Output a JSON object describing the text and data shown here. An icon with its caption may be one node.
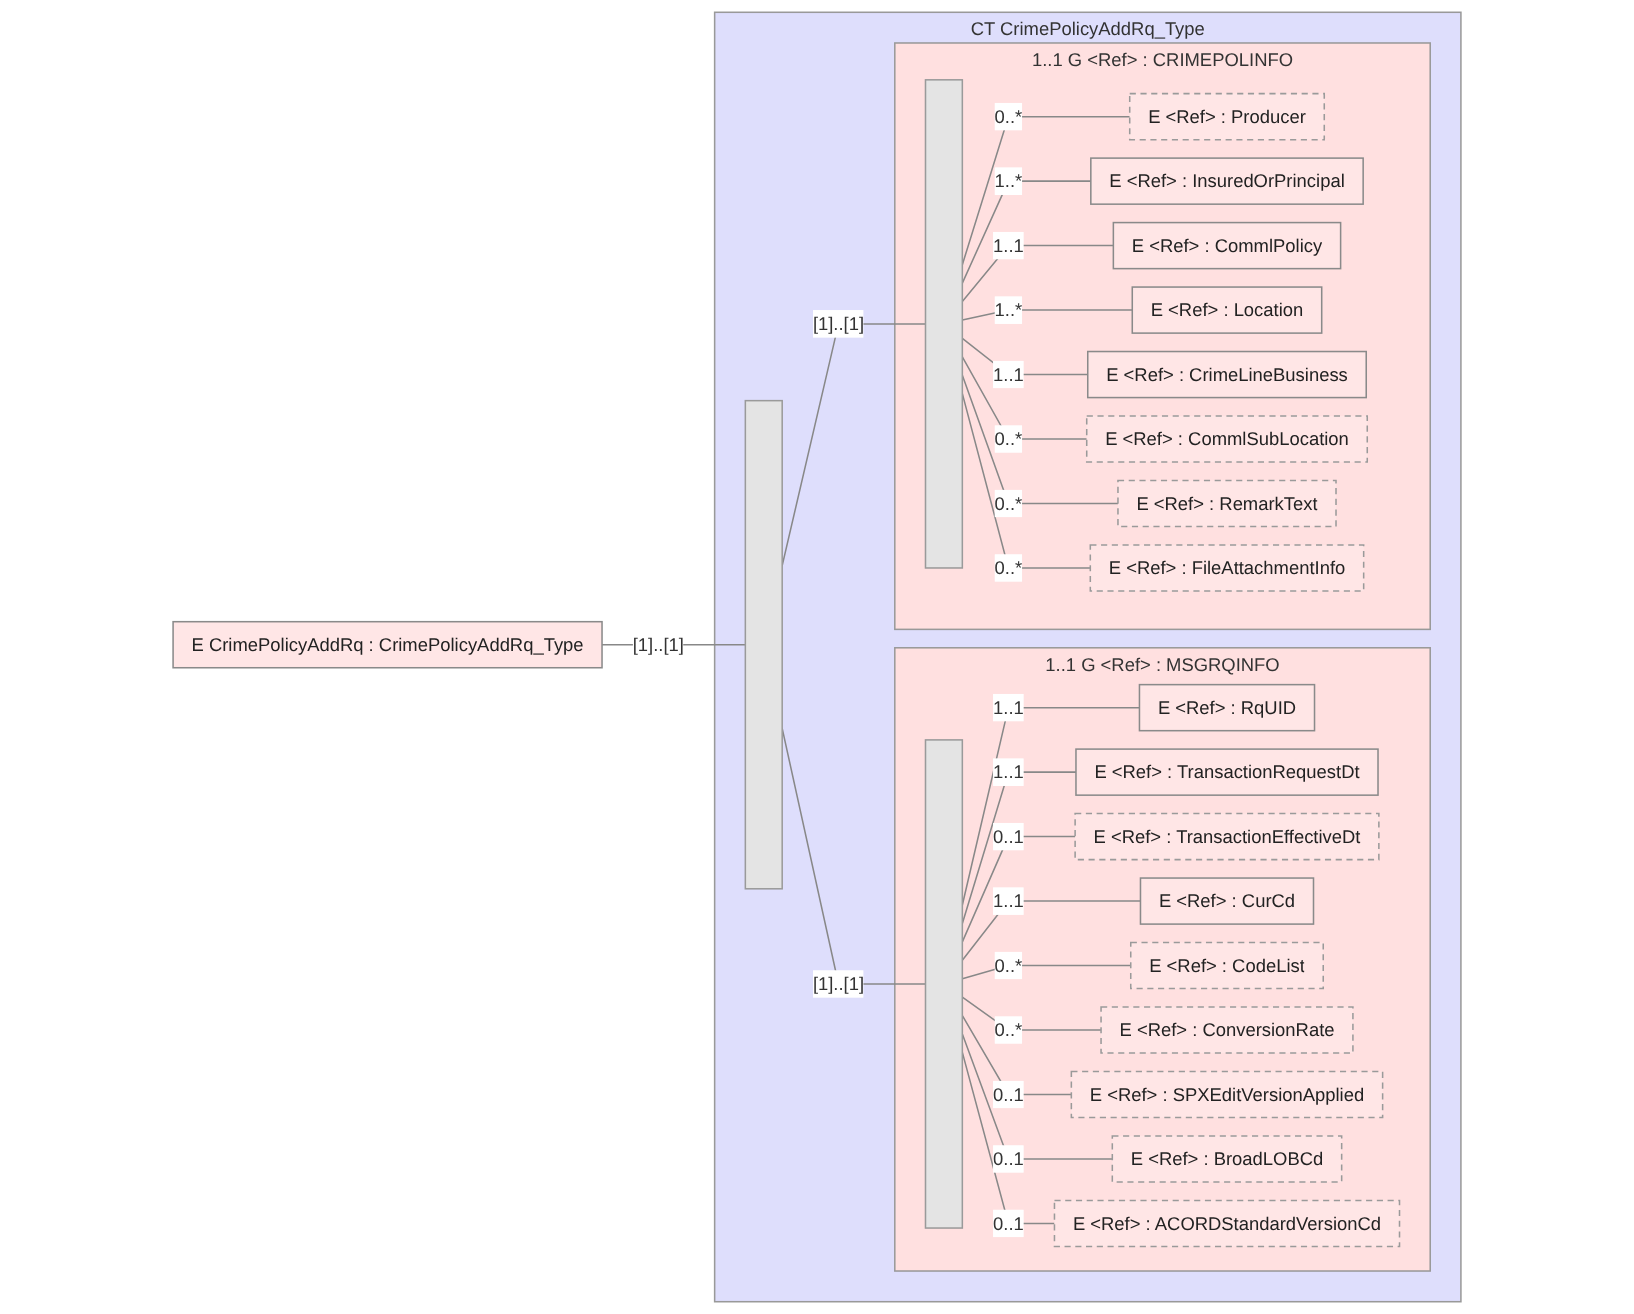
{
  "diagram": {
    "nodes": [
      {
        "text": [
          "E",
          "CrimePolicyAddRq : CrimePolicyAddRq_Type"
        ]
      },
      {
        "text": [
          "CT",
          "CrimePolicyAddRq_Type"
        ]
      },
      {
        "text": [],
        "shape": "bar",
        "in": 1
      },
      {
        "text": [
          "G",
          "<Ref>",
          ": MSGRQINFO"
        ],
        "beside": [
          "1..1"
        ],
        "in": 1
      },
      {
        "text": [],
        "shape": "bar",
        "in": 3
      },
      {
        "text": [
          "E",
          "<Ref>",
          ": RqUID"
        ],
        "in": 3
      },
      {
        "text": [
          "E",
          "<Ref>",
          ": TransactionRequestDt"
        ],
        "in": 3
      },
      {
        "text": [
          "E",
          "<Ref>",
          ": TransactionEffectiveDt"
        ],
        "in": 3
      },
      {
        "text": [
          "E",
          "<Ref>",
          ": CurCd"
        ],
        "in": 3
      },
      {
        "text": [
          "E",
          "<Ref>",
          ": CodeList"
        ],
        "in": 3
      },
      {
        "text": [
          "E",
          "<Ref>",
          ": ConversionRate"
        ],
        "in": 3
      },
      {
        "text": [
          "E",
          "<Ref>",
          ": SPXEditVersionApplied"
        ],
        "in": 3
      },
      {
        "text": [
          "E",
          "<Ref>",
          ": BroadLOBCd"
        ],
        "in": 3
      },
      {
        "text": [
          "E",
          "<Ref>",
          ": ACORDStandardVersionCd"
        ],
        "in": 3
      },
      {
        "text": [
          "G",
          "<Ref>",
          ": CRIMEPOLINFO"
        ],
        "beside": [
          "1..1"
        ],
        "in": 1
      },
      {
        "text": [],
        "shape": "bar",
        "in": 14
      },
      {
        "text": [
          "E",
          "<Ref>",
          ": Producer"
        ],
        "in": 14
      },
      {
        "text": [
          "E",
          "<Ref>",
          ": InsuredOrPrincipal"
        ],
        "in": 14
      },
      {
        "text": [
          "E",
          "<Ref>",
          ": CommlPolicy"
        ],
        "in": 14
      },
      {
        "text": [
          "E",
          "<Ref>",
          ": Location"
        ],
        "in": 14
      },
      {
        "text": [
          "E",
          "<Ref>",
          ": CrimeLineBusiness"
        ],
        "in": 14
      },
      {
        "text": [
          "E",
          "<Ref>",
          ": CommlSubLocation"
        ],
        "in": 14
      },
      {
        "text": [
          "E",
          "<Ref>",
          ": RemarkText"
        ],
        "in": 14
      },
      {
        "text": [
          "E",
          "<Ref>",
          ": FileAttachmentInfo"
        ],
        "in": 14
      }
    ],
    "edges": [
      {
        "from": 0,
        "to": 2,
        "arrow": "none",
        "label": "[1]..[1]"
      },
      {
        "from": 2,
        "to": 4,
        "arrow": "none",
        "label": "[1]..[1]"
      },
      {
        "from": 2,
        "to": 15,
        "arrow": "none",
        "label": "[1]..[1]"
      },
      {
        "from": 4,
        "to": 5,
        "arrow": "none",
        "label": "1..1"
      },
      {
        "from": 4,
        "to": 6,
        "arrow": "none",
        "label": "1..1"
      },
      {
        "from": 4,
        "to": 7,
        "arrow": "none",
        "label": "0..1"
      },
      {
        "from": 4,
        "to": 8,
        "arrow": "none",
        "label": "1..1"
      },
      {
        "from": 4,
        "to": 9,
        "arrow": "none",
        "label": "0..*"
      },
      {
        "from": 4,
        "to": 10,
        "arrow": "none",
        "label": "0..*"
      },
      {
        "from": 4,
        "to": 11,
        "arrow": "none",
        "label": "0..1"
      },
      {
        "from": 4,
        "to": 12,
        "arrow": "none",
        "label": "0..1"
      },
      {
        "from": 4,
        "to": 13,
        "arrow": "none",
        "label": "0..1"
      },
      {
        "from": 15,
        "to": 16,
        "arrow": "none",
        "label": "0..*"
      },
      {
        "from": 15,
        "to": 17,
        "arrow": "none",
        "label": "1..*"
      },
      {
        "from": 15,
        "to": 18,
        "arrow": "none",
        "label": "1..1"
      },
      {
        "from": 15,
        "to": 19,
        "arrow": "none",
        "label": "1..*"
      },
      {
        "from": 15,
        "to": 20,
        "arrow": "none",
        "label": "1..1"
      },
      {
        "from": 15,
        "to": 21,
        "arrow": "none",
        "label": "0..*"
      },
      {
        "from": 15,
        "to": 22,
        "arrow": "none",
        "label": "0..*"
      },
      {
        "from": 15,
        "to": 23,
        "arrow": "none",
        "label": "0..*"
      }
    ]
  }
}
